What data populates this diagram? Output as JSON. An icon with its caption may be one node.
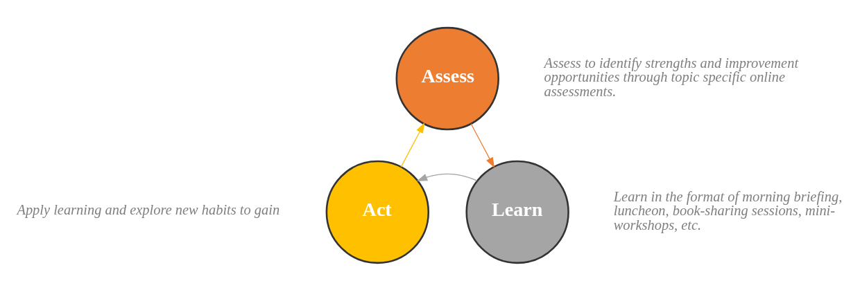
{
  "diagram": {
    "nodes": [
      {
        "text": [
          "Assess"
        ],
        "beside": [
          "Assess to identify strengths and improvement opportunities through topic specific online assessments."
        ]
      },
      {
        "text": [
          "Learn"
        ],
        "beside": [
          "Learn in the format of morning briefing, luncheon, book-sharing sessions, mini-workshops, etc."
        ]
      },
      {
        "text": [
          "Act"
        ],
        "beside": [
          "Apply learning and explore new habits to gain"
        ]
      }
    ],
    "edges": [
      {
        "from": 0,
        "to": 1,
        "arrow": "to",
        "color": "#ed7d31"
      },
      {
        "from": 1,
        "to": 2,
        "arrow": "to",
        "color": "#a5a5a5"
      },
      {
        "from": 2,
        "to": 0,
        "arrow": "to",
        "color": "#ffc000"
      }
    ]
  }
}
